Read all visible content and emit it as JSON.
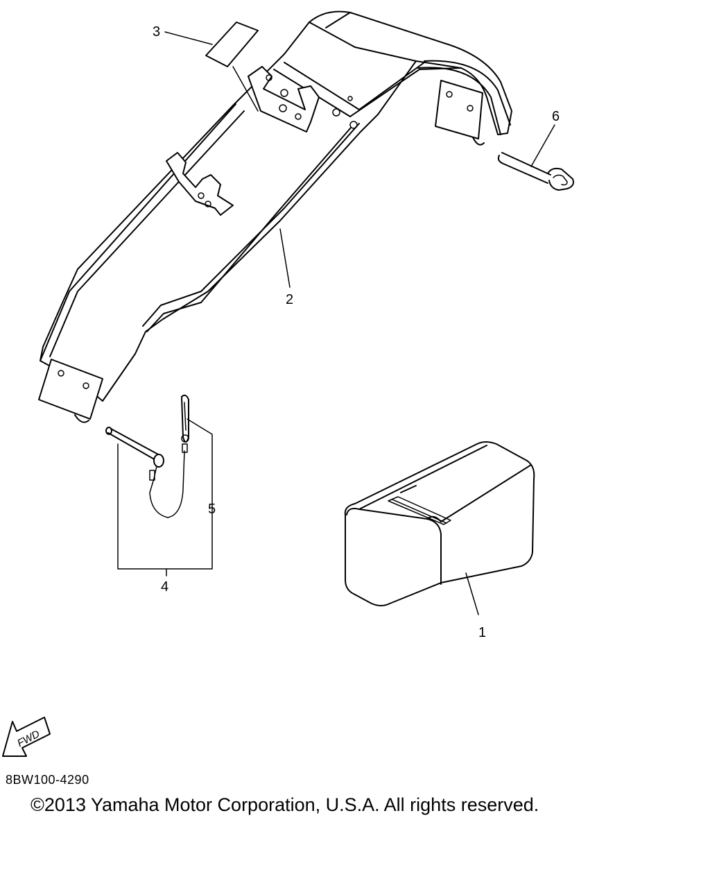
{
  "diagram": {
    "callouts": {
      "part_1": "1",
      "part_2": "2",
      "part_3": "3",
      "part_4": "4",
      "part_5": "5",
      "part_6": "6"
    },
    "fwd_label": "FWD"
  },
  "footer": {
    "part_code": "8BW100-4290",
    "copyright": "©2013 Yamaha Motor Corporation, U.S.A. All rights reserved."
  },
  "colors": {
    "line": "#000000",
    "background": "#ffffff"
  }
}
